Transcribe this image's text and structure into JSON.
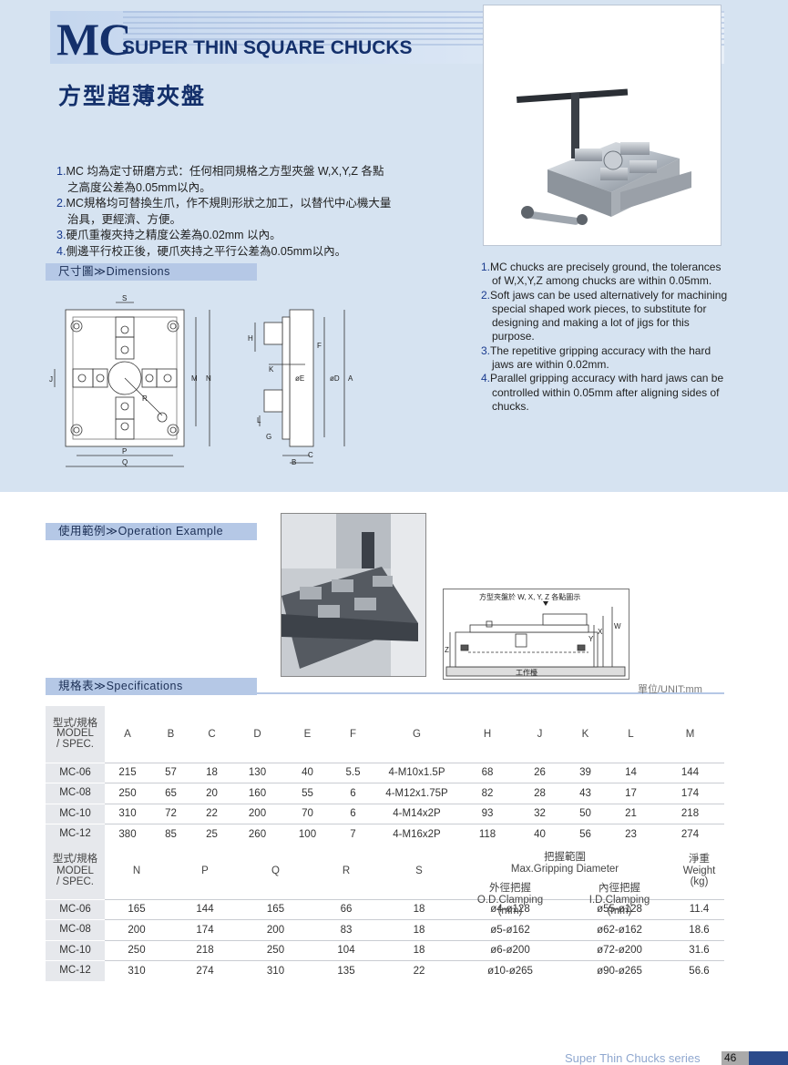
{
  "header": {
    "mc": "MC",
    "title_en": "SUPER THIN SQUARE CHUCKS",
    "title_zh": "方型超薄夾盤"
  },
  "features_zh": [
    {
      "num": "1.",
      "line1": "MC 均為定寸研磨方式：任何相同規格之方型夾盤 W,X,Y,Z 各點",
      "line2": "之高度公差為0.05mm以內。"
    },
    {
      "num": "2.",
      "line1": "MC規格均可替換生爪，作不規則形狀之加工，以替代中心機大量",
      "line2": "治具，更經濟、方便。"
    },
    {
      "num": "3.",
      "line1": "硬爪重複夾持之精度公差為0.02mm 以內。",
      "line2": ""
    },
    {
      "num": "4.",
      "line1": "側邊平行校正後，硬爪夾持之平行公差為0.05mm以內。",
      "line2": ""
    }
  ],
  "features_en": [
    {
      "num": "1.",
      "line1": "MC chucks are precisely ground, the tolerances",
      "rest": [
        "of W,X,Y,Z among chucks are within 0.05mm."
      ]
    },
    {
      "num": "2.",
      "line1": "Soft jaws can be used alternatively for machining",
      "rest": [
        "special shaped work pieces, to substitute for",
        "designing and making a lot of jigs for this",
        "purpose."
      ]
    },
    {
      "num": "3.",
      "line1": "The repetitive gripping accuracy with the hard",
      "rest": [
        "jaws are within 0.02mm."
      ]
    },
    {
      "num": "4.",
      "line1": "Parallel gripping accuracy with hard jaws can be",
      "rest": [
        "controlled within 0.05mm after aligning sides of",
        "chucks."
      ]
    }
  ],
  "sections": {
    "dimensions": "尺寸圖≫Dimensions",
    "operation": "使用範例≫Operation Example",
    "specifications": "規格表≫Specifications"
  },
  "dim_labels": {
    "S": "S",
    "J": "J",
    "R": "R",
    "M": "M",
    "N": "N",
    "P": "P",
    "Q": "Q",
    "H": "H",
    "K": "K",
    "E": "øE",
    "F": "F",
    "D": "øD",
    "A": "A",
    "L": "L",
    "G": "G",
    "B": "B",
    "C": "C"
  },
  "op_diagram": {
    "caption": "方型夾盤於 W, X, Y, Z 各點圖示",
    "base": "工作檯",
    "W": "W",
    "X": "X",
    "Y": "Y",
    "Z": "Z"
  },
  "unit": "單位/UNIT:mm",
  "model_header": [
    "型式/規格",
    "MODEL",
    "/ SPEC."
  ],
  "table1": {
    "columns": [
      "A",
      "B",
      "C",
      "D",
      "E",
      "F",
      "G",
      "H",
      "J",
      "K",
      "L",
      "M"
    ],
    "rows": [
      {
        "model": "MC-06",
        "cells": [
          "215",
          "57",
          "18",
          "130",
          "40",
          "5.5",
          "4-M10x1.5P",
          "68",
          "26",
          "39",
          "14",
          "144"
        ]
      },
      {
        "model": "MC-08",
        "cells": [
          "250",
          "65",
          "20",
          "160",
          "55",
          "6",
          "4-M12x1.75P",
          "82",
          "28",
          "43",
          "17",
          "174"
        ]
      },
      {
        "model": "MC-10",
        "cells": [
          "310",
          "72",
          "22",
          "200",
          "70",
          "6",
          "4-M14x2P",
          "93",
          "32",
          "50",
          "21",
          "218"
        ]
      },
      {
        "model": "MC-12",
        "cells": [
          "380",
          "85",
          "25",
          "260",
          "100",
          "7",
          "4-M16x2P",
          "118",
          "40",
          "56",
          "23",
          "274"
        ]
      }
    ]
  },
  "table2": {
    "columns": [
      "N",
      "P",
      "Q",
      "R",
      "S"
    ],
    "grip_title": [
      "把握範圍",
      "Max.Gripping Diameter"
    ],
    "od": [
      "外徑把握",
      "O.D.Clamping",
      "(mm)"
    ],
    "id": [
      "內徑把握",
      "I.D.Clamping",
      "(mm)"
    ],
    "weight": [
      "淨重",
      "Weight",
      "(kg)"
    ],
    "rows": [
      {
        "model": "MC-06",
        "cells": [
          "165",
          "144",
          "165",
          "66",
          "18",
          "ø4-ø128",
          "ø55-ø128",
          "11.4"
        ]
      },
      {
        "model": "MC-08",
        "cells": [
          "200",
          "174",
          "200",
          "83",
          "18",
          "ø5-ø162",
          "ø62-ø162",
          "18.6"
        ]
      },
      {
        "model": "MC-10",
        "cells": [
          "250",
          "218",
          "250",
          "104",
          "18",
          "ø6-ø200",
          "ø72-ø200",
          "31.6"
        ]
      },
      {
        "model": "MC-12",
        "cells": [
          "310",
          "274",
          "310",
          "135",
          "22",
          "ø10-ø265",
          "ø90-ø265",
          "56.6"
        ]
      }
    ]
  },
  "footer": {
    "series": "Super Thin Chucks series",
    "page": "46"
  },
  "colors": {
    "brand": "#14306b",
    "band": "#d6e3f1",
    "bar": "#b5c8e6"
  }
}
